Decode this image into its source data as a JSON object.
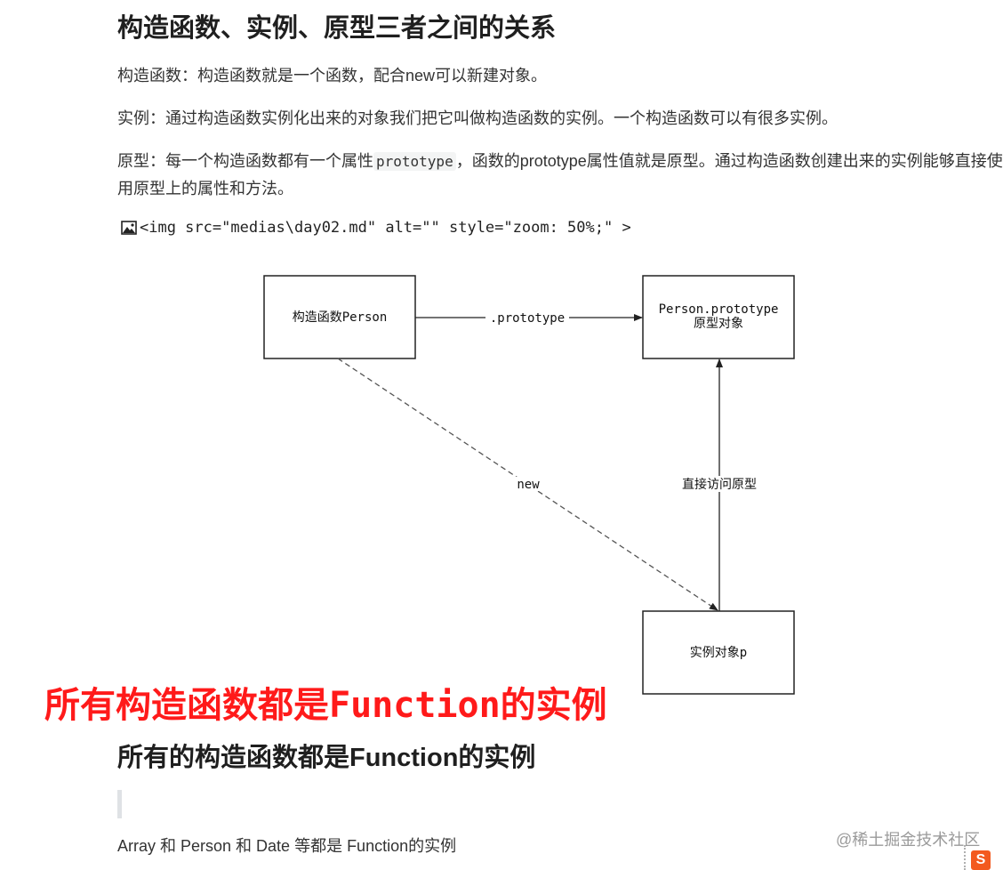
{
  "heading_main": "构造函数、实例、原型三者之间的关系",
  "para_constructor": "构造函数：构造函数就是一个函数，配合new可以新建对象。",
  "para_instance": "实例：通过构造函数实例化出来的对象我们把它叫做构造函数的实例。一个构造函数可以有很多实例。",
  "para_prototype": {
    "before": "原型：每一个构造函数都有一个属性",
    "code": "prototype",
    "after": "，函数的prototype属性值就是原型。通过构造函数创建出来的实例能够直接使用原型上的属性和方法。"
  },
  "img_alt_text": "<img src=\"medias\\day02.md\" alt=\"\" style=\"zoom: 50%;\" >",
  "diagram": {
    "box_constructor": "构造函数Person",
    "box_prototype_line1": "Person.prototype",
    "box_prototype_line2": "原型对象",
    "box_instance": "实例对象p",
    "arrow_prototype_label": ".prototype",
    "arrow_new_label": "new",
    "arrow_access_label": "直接访问原型"
  },
  "red_caption": "所有构造函数都是Function的实例",
  "heading_sub": "所有的构造函数都是Function的实例",
  "last_line": "Array 和 Person 和 Date 等都是 Function的实例",
  "watermark": "@稀土掘金技术社区",
  "corner_logo": "S",
  "colors": {
    "red_caption": "#ff1a1a",
    "heading": "#1f1f1f",
    "body_text": "#333333",
    "watermark": "#9a9a9a"
  }
}
